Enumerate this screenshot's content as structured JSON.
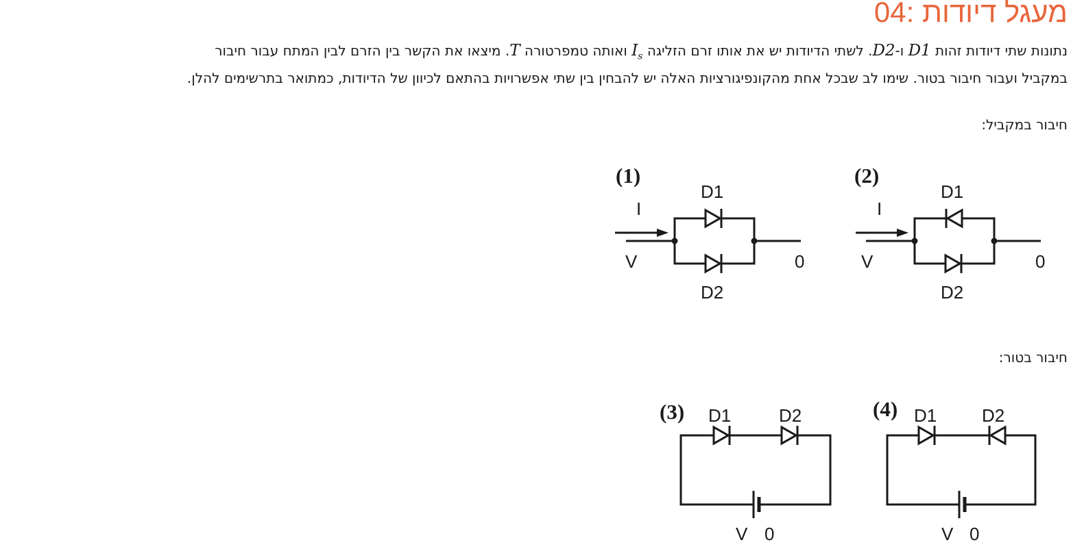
{
  "title": "04: מעגל דיודות",
  "intro": {
    "line1_a": "נתונות שתי דיודות זהות ",
    "d1": "D1",
    "line1_b": " ו-",
    "d2": "D2",
    "line1_c": ". לשתי הדיודות יש את אותו זרם הזליגה ",
    "is_base": "I",
    "is_sub": "s",
    "line1_d": " ואותה טמפרטורה ",
    "t": "T",
    "line1_e": ". מיצאו את הקשר בין הזרם לבין המתח עבור חיבור",
    "line2": "במקביל ועבור חיבור בטור. שימו לב שבכל אחת מהקונפיגורציות האלה יש להבחין בין שתי אפשרויות בהתאם לכיוון של הדיודות, כמתואר בתרשימים להלן."
  },
  "parallel_label": "חיבור במקביל:",
  "series_label": "חיבור בטור:",
  "circuits": {
    "c1": {
      "num": "(1)",
      "d_top": "D1",
      "d_bottom": "D2",
      "current": "I",
      "v_left": "V",
      "v_right": "0"
    },
    "c2": {
      "num": "(2)",
      "d_top": "D1",
      "d_bottom": "D2",
      "current": "I",
      "v_left": "V",
      "v_right": "0"
    },
    "c3": {
      "num": "(3)",
      "d_left": "D1",
      "d_right": "D2",
      "v_left": "V",
      "v_right": "0"
    },
    "c4": {
      "num": "(4)",
      "d_left": "D1",
      "d_right": "D2",
      "v_left": "V",
      "v_right": "0"
    }
  }
}
